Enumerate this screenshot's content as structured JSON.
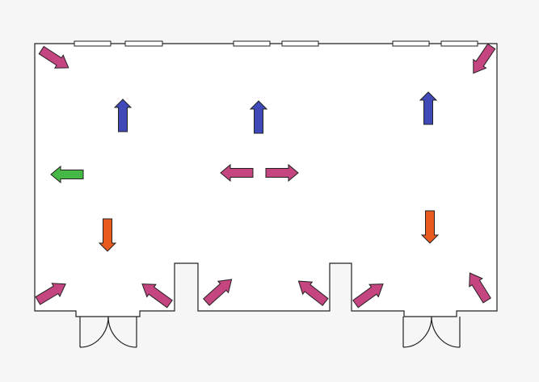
{
  "colors": {
    "background": "#f6f6f6",
    "room_fill": "#ffffff",
    "wall": "#222222",
    "magenta": "#c4457f",
    "blue": "#3f49b7",
    "green": "#45b845",
    "orange": "#e85a1e"
  },
  "arrows": [
    {
      "id": "arrow-magenta-1",
      "color": "magenta"
    },
    {
      "id": "arrow-magenta-2",
      "color": "magenta"
    },
    {
      "id": "arrow-blue-1",
      "color": "blue"
    },
    {
      "id": "arrow-blue-2",
      "color": "blue"
    },
    {
      "id": "arrow-blue-3",
      "color": "blue"
    },
    {
      "id": "arrow-green-1",
      "color": "green"
    },
    {
      "id": "arrow-magenta-3",
      "color": "magenta"
    },
    {
      "id": "arrow-magenta-4",
      "color": "magenta"
    },
    {
      "id": "arrow-orange-1",
      "color": "orange"
    },
    {
      "id": "arrow-orange-2",
      "color": "orange"
    },
    {
      "id": "arrow-magenta-5",
      "color": "magenta"
    },
    {
      "id": "arrow-magenta-6",
      "color": "magenta"
    },
    {
      "id": "arrow-magenta-7",
      "color": "magenta"
    },
    {
      "id": "arrow-magenta-8",
      "color": "magenta"
    },
    {
      "id": "arrow-magenta-9",
      "color": "magenta"
    },
    {
      "id": "arrow-magenta-10",
      "color": "magenta"
    }
  ]
}
